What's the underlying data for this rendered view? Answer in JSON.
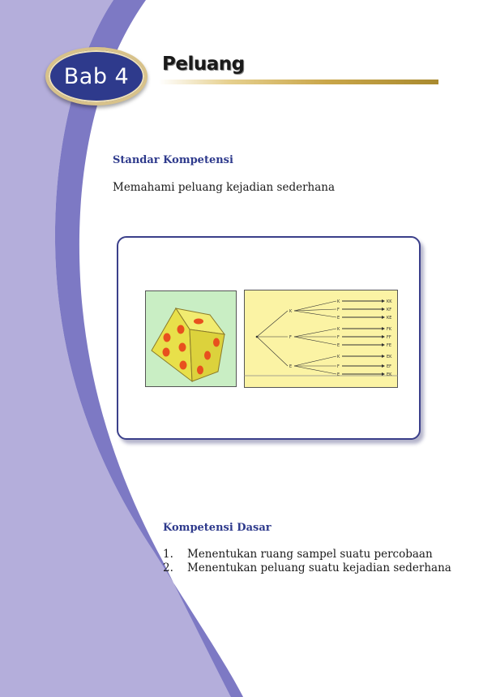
{
  "chapter": {
    "badge": "Bab 4",
    "title": "Peluang"
  },
  "standar": {
    "heading": "Standar Kompetensi",
    "text": "Memahami peluang kejadian sederhana"
  },
  "figure": {
    "dice": {
      "icon": "die-icon",
      "colors": {
        "face": "#e8e04a",
        "pips": "#e8501e",
        "background": "#c9eec4"
      }
    },
    "tree": {
      "root": [
        "K",
        "F",
        "E"
      ],
      "leaves": [
        [
          "K",
          "KK"
        ],
        [
          "F",
          "KF"
        ],
        [
          "E",
          "KE"
        ],
        [
          "K",
          "FK"
        ],
        [
          "F",
          "FF"
        ],
        [
          "E",
          "FE"
        ],
        [
          "K",
          "EK"
        ],
        [
          "F",
          "EF"
        ],
        [
          "E",
          "EK"
        ]
      ],
      "background": "#fbf3a4"
    }
  },
  "dasar": {
    "heading": "Kompetensi Dasar",
    "items": [
      {
        "num": "1.",
        "text": "Menentukan ruang sampel suatu percobaan"
      },
      {
        "num": "2.",
        "text": "Menentukan peluang suatu kejadian sederhana"
      }
    ]
  },
  "colors": {
    "swoosh_light": "#b4aedb",
    "swoosh_dark": "#7d79c4",
    "accent": "#2e3a8c",
    "gold": "#c9a64a"
  }
}
